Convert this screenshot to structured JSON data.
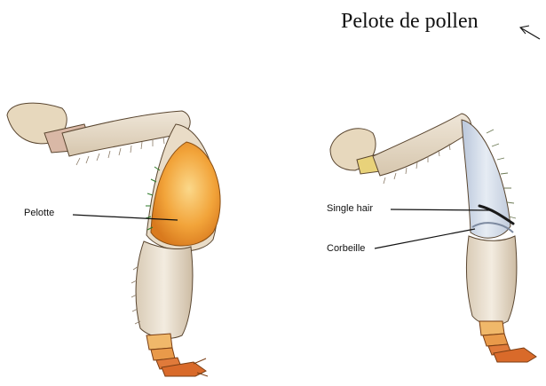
{
  "title": "Pelote de pollen",
  "left_leg": {
    "labels": {
      "pelotte": "Pelotte"
    }
  },
  "right_leg": {
    "labels": {
      "single_hair": "Single hair",
      "corbeille": "Corbeille"
    }
  },
  "colors": {
    "pollen_pellet": "#f2a43a",
    "pellet_highlight": "#fbd88a",
    "leg_segment": "#efe2cf",
    "leg_shadow": "#c9b8a3",
    "tarsus": "#e07a3a",
    "outline": "#3a2a1a",
    "basket": "#cfd8e6"
  }
}
